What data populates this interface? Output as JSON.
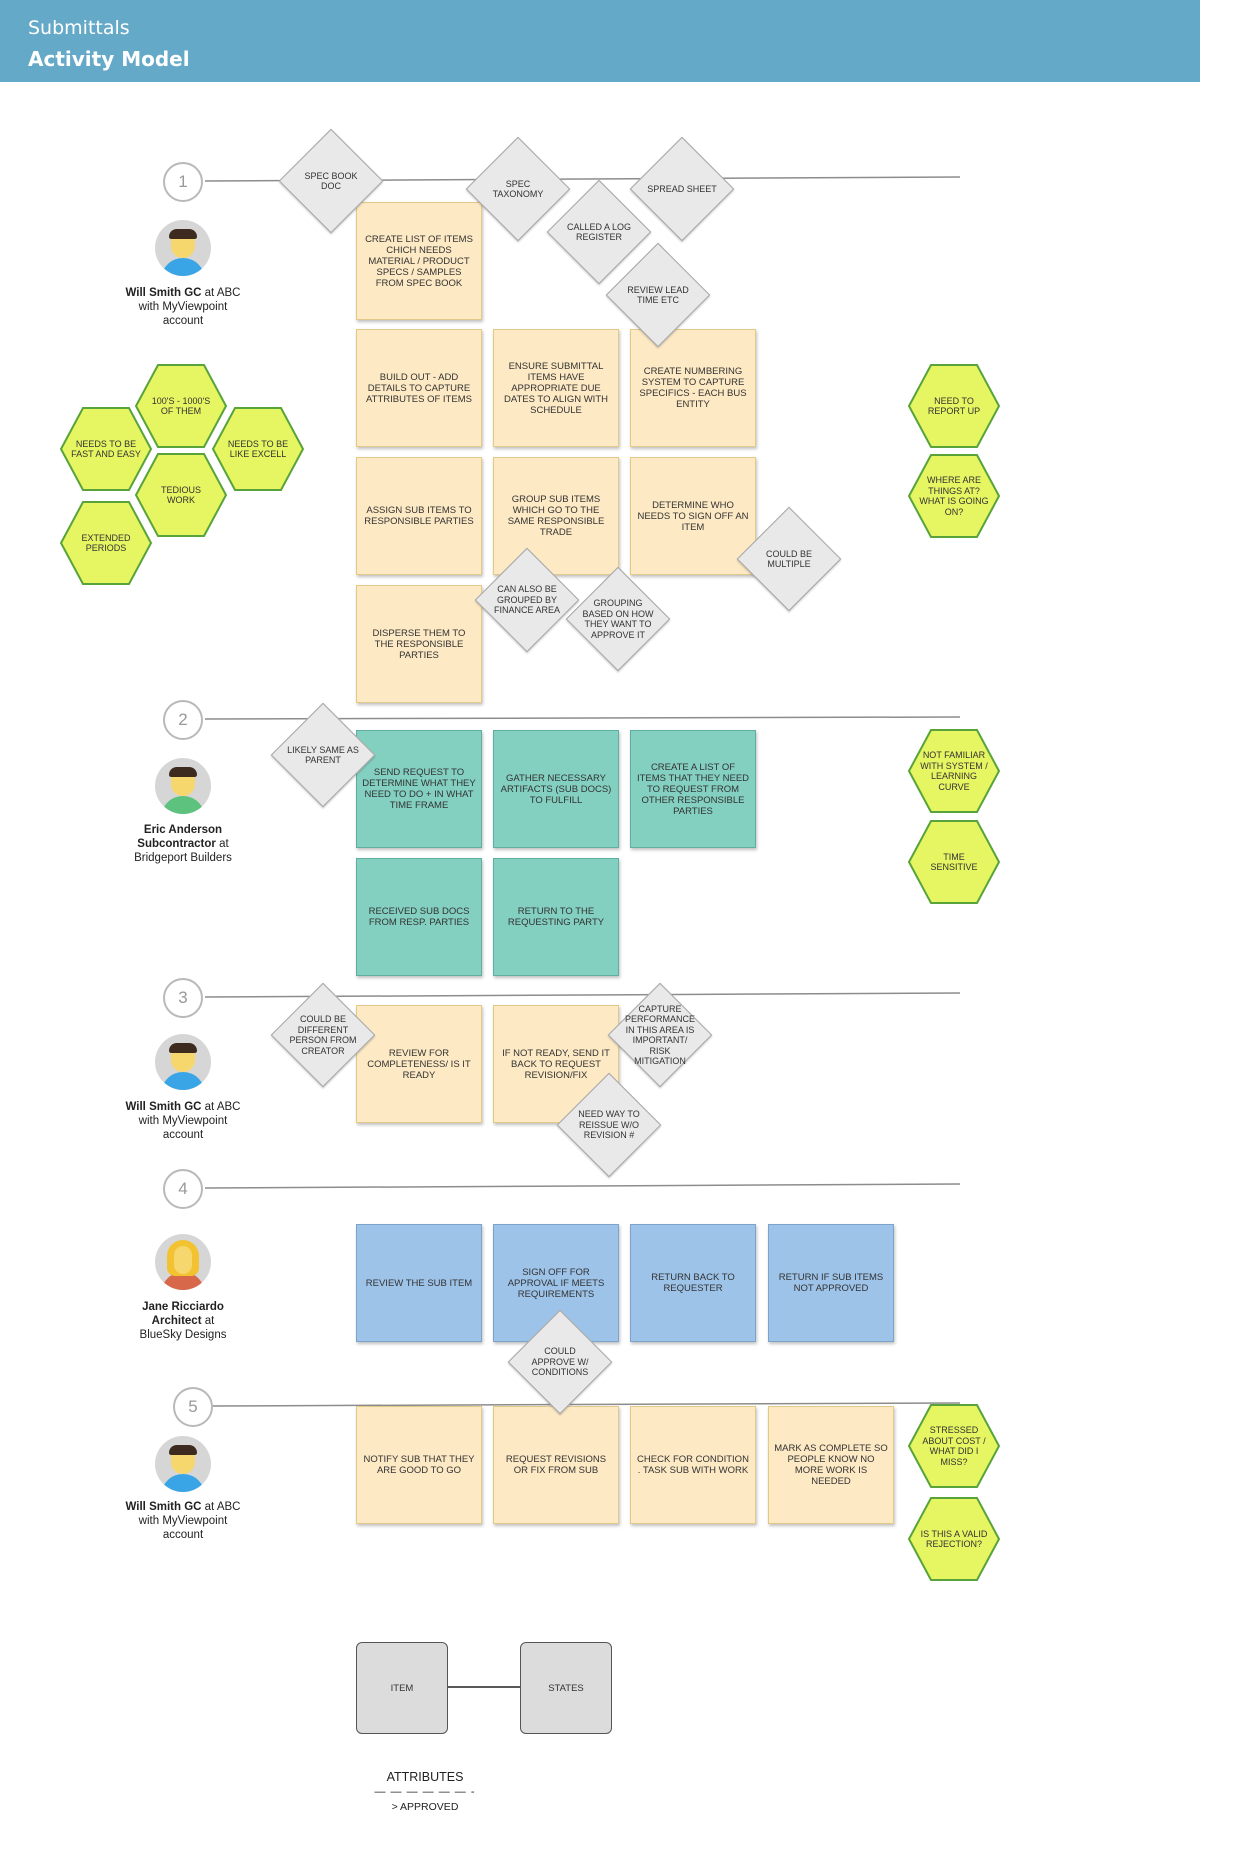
{
  "header": {
    "subtitle": "Submittals",
    "title": "Activity Model"
  },
  "steps": [
    "1",
    "2",
    "3",
    "4",
    "5"
  ],
  "personas": [
    {
      "name": "Will Smith GC",
      "rest": " at ABC",
      "line2": "with MyViewpoint",
      "line3": "account"
    },
    {
      "name": "Eric Anderson",
      "name2": "Subcontractor",
      "rest": " at",
      "line3": "Bridgeport Builders"
    },
    {
      "name": "Will Smith GC",
      "rest": " at ABC",
      "line2": "with MyViewpoint",
      "line3": "account"
    },
    {
      "name": "Jane Ricciardo",
      "name2": "Architect",
      "rest": " at",
      "line3": "BlueSky Designs"
    },
    {
      "name": "Will Smith GC",
      "rest": " at ABC",
      "line2": "with MyViewpoint",
      "line3": "account"
    }
  ],
  "notes": {
    "n1": "CREATE LIST OF ITEMS CHICH NEEDS MATERIAL / PRODUCT SPECS / SAMPLES FROM SPEC BOOK",
    "n2": "BUILD OUT - ADD DETAILS TO CAPTURE ATTRIBUTES OF ITEMS",
    "n3": "ENSURE SUBMITTAL ITEMS HAVE APPROPRIATE DUE DATES TO ALIGN WITH SCHEDULE",
    "n4": "CREATE NUMBERING SYSTEM TO CAPTURE SPECIFICS  - EACH BUS ENTITY",
    "n5": "ASSIGN SUB ITEMS TO RESPONSIBLE PARTIES",
    "n6": "GROUP SUB ITEMS WHICH GO TO THE SAME RESPONSIBLE TRADE",
    "n7": "DETERMINE WHO NEEDS TO SIGN OFF AN ITEM",
    "n8": "DISPERSE THEM TO THE RESPONSIBLE PARTIES",
    "n9": "SEND REQUEST TO DETERMINE WHAT THEY NEED TO DO + IN WHAT TIME FRAME",
    "n10": "GATHER NECESSARY ARTIFACTS (SUB DOCS) TO FULFILL",
    "n11": "CREATE A LIST OF ITEMS THAT THEY NEED TO REQUEST FROM OTHER RESPONSIBLE PARTIES",
    "n12": "RECEIVED SUB DOCS FROM RESP. PARTIES",
    "n13": "RETURN TO THE REQUESTING PARTY",
    "n14": "REVIEW FOR COMPLETENESS/ IS IT READY",
    "n15": "IF NOT READY, SEND IT BACK TO REQUEST REVISION/FIX",
    "n16": "REVIEW THE SUB ITEM",
    "n17": "SIGN OFF FOR APPROVAL IF MEETS REQUIREMENTS",
    "n18": "RETURN BACK TO REQUESTER",
    "n19": "RETURN IF SUB ITEMS NOT APPROVED",
    "n20": "NOTIFY SUB THAT THEY ARE GOOD TO GO",
    "n21": "REQUEST REVISIONS OR FIX FROM SUB",
    "n22": "CHECK FOR CONDITION . TASK SUB WITH WORK",
    "n23": "MARK AS COMPLETE SO PEOPLE KNOW NO MORE WORK IS NEEDED"
  },
  "diamonds": {
    "d1": "SPEC BOOK DOC",
    "d2": "SPEC TAXONOMY",
    "d3": "CALLED A LOG REGISTER",
    "d4": "SPREAD SHEET",
    "d5": "REVIEW LEAD TIME ETC",
    "d6": "COULD BE MULTIPLE",
    "d7": "CAN ALSO BE GROUPED BY FINANCE AREA",
    "d8": "GROUPING BASED ON HOW THEY WANT TO APPROVE IT",
    "d9": "LIKELY SAME AS PARENT",
    "d10": "COULD BE DIFFERENT PERSON FROM CREATOR",
    "d11": "CAPTURE PERFORMANCE IN THIS AREA IS IMPORTANT/ RISK MITIGATION",
    "d12": "NEED WAY TO REISSUE W/O REVISION #",
    "d13": "COULD APPROVE W/ CONDITIONS"
  },
  "hexes": {
    "h1": "100's - 1000's OF THEM",
    "h2": "NEEDS TO BE FAST AND EASY",
    "h3": "NEEDS TO BE LIKE EXCELL",
    "h4": "TEDIOUS WORK",
    "h5": "EXTENDED PERIODS",
    "h6": "NEED TO REPORT UP",
    "h7": "WHERE ARE THINGS AT? WHAT IS GOING ON?",
    "h8": "NOT FAMILIAR WITH SYSTEM / LEARNING CURVE",
    "h9": "TIME SENSITIVE",
    "h10": "STRESSED ABOUT COST / WHAT DID I MISS?",
    "h11": "IS THIS A VALID REJECTION?"
  },
  "legend": {
    "item": "ITEM",
    "states": "STATES",
    "attributes_title": "ATTRIBUTES",
    "attributes_divider": "— — — — — — -",
    "attributes_value": "> APPROVED"
  },
  "colors": {
    "header": "#65a9c8",
    "note_yellow": "#fde9c4",
    "note_teal": "#83cfc0",
    "note_blue": "#9dc3e9",
    "hex_fill": "#e6f562",
    "hex_stroke": "#58a33a",
    "diamond_fill": "#e9e9e9"
  }
}
